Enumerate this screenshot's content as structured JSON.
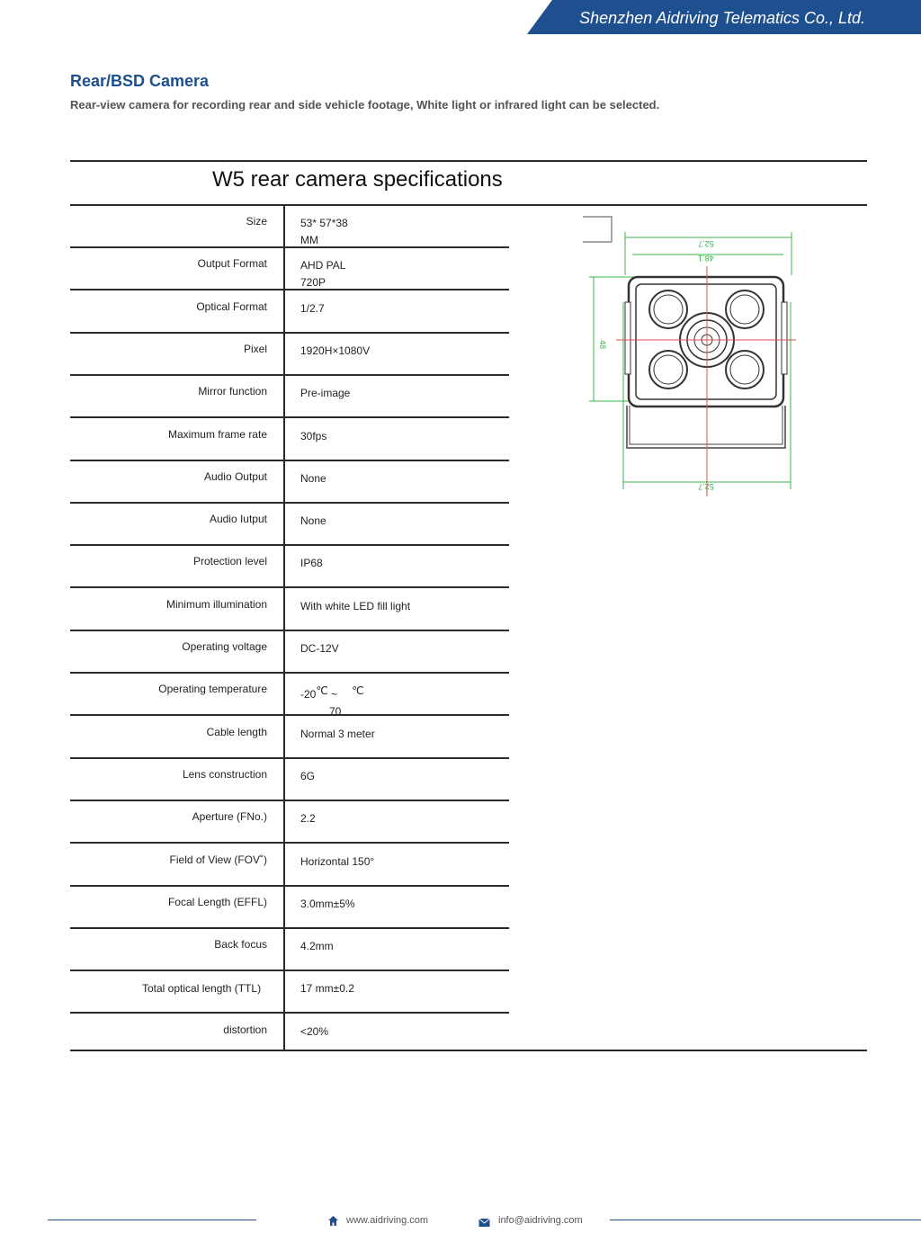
{
  "header": {
    "company": "Shenzhen Aidriving Telematics Co., Ltd."
  },
  "section": {
    "title": "Rear/BSD Camera",
    "description": "Rear-view camera for recording rear and side vehicle footage, White light or infrared light can be selected."
  },
  "specs": {
    "title": "W5 rear camera specifications",
    "rows": [
      {
        "label": "Size",
        "value_line1": "53* 57*38",
        "value_line2": "MM"
      },
      {
        "label": "Output Format",
        "value_line1": "AHD PAL",
        "value_line2": "720P"
      },
      {
        "label": "Optical Format",
        "value_line1": "1/2.7",
        "value_line2": ""
      },
      {
        "label": "Pixel",
        "value_line1": "1920H×1080V",
        "value_line2": ""
      },
      {
        "label": "Mirror function",
        "value_line1": "Pre-image",
        "value_line2": ""
      },
      {
        "label": "Maximum frame rate",
        "value_line1": "30fps",
        "value_line2": ""
      },
      {
        "label": "Audio Output",
        "value_line1": "None",
        "value_line2": ""
      },
      {
        "label": "Audio Iutput",
        "value_line1": "None",
        "value_line2": ""
      },
      {
        "label": "Protection level",
        "value_line1": "IP68",
        "value_line2": ""
      },
      {
        "label": "Minimum illumination",
        "value_line1": "With white LED fill light",
        "value_line2": ""
      },
      {
        "label": "Operating voltage",
        "value_line1": "DC-12V",
        "value_line2": ""
      },
      {
        "label": "Operating temperature",
        "value_line1": "-20",
        "value_deg1": "℃",
        "value_mid": " ~",
        "value_deg2": "℃",
        "value_line2": "70"
      },
      {
        "label": "Cable length",
        "value_line1": "Normal 3 meter",
        "value_line2": ""
      },
      {
        "label": "Lens construction",
        "value_line1": "6G",
        "value_line2": ""
      },
      {
        "label": "Aperture (FNo.)",
        "value_line1": "2.2",
        "value_line2": ""
      },
      {
        "label": "Field of View (FOV˚)",
        "value_line1": "Horizontal 150°",
        "value_line2": ""
      },
      {
        "label": "Focal Length (EFFL)",
        "value_line1": "3.0mm±5%",
        "value_line2": ""
      },
      {
        "label": "Back focus",
        "value_line1": "4.2mm",
        "value_line2": ""
      },
      {
        "label": "Total optical length (TTL)",
        "value_line1": "17 mm±0.2",
        "value_line2": ""
      },
      {
        "label": "distortion",
        "value_line1": "<20%",
        "value_line2": ""
      }
    ]
  },
  "drawing": {
    "dim_top": "52.7",
    "dim_inner": "48.1",
    "dim_side": "48",
    "dim_bottom": "52.7"
  },
  "footer": {
    "website": "www.aidriving.com",
    "email": "info@aidriving.com"
  },
  "colors": {
    "brand_blue": "#1e4f8f",
    "dimension_green": "#3cb44b",
    "centerline_red": "#d9534f"
  }
}
